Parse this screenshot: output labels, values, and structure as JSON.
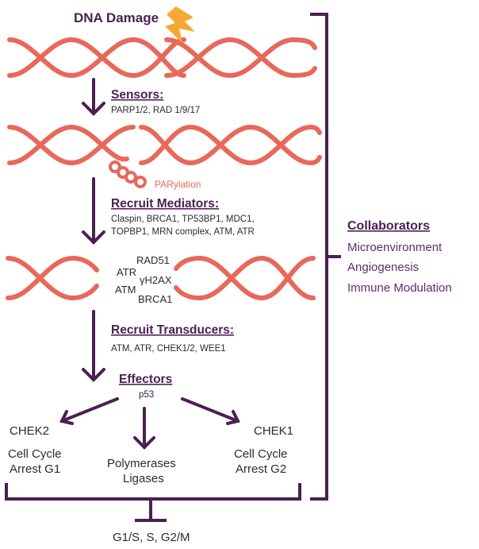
{
  "colors": {
    "dna": "#e8685a",
    "accent": "#4b1f52",
    "bolt": "#f7a833",
    "text": "#2b2b2b"
  },
  "title": "DNA Damage",
  "sensors": {
    "heading": "Sensors:",
    "items": "PARP1/2, RAD 1/9/17"
  },
  "parylation": "PARylation",
  "mediators": {
    "heading": "Recruit Mediators:",
    "line1": "Claspin, BRCA1, TP53BP1, MDC1,",
    "line2": "TOPBP1, MRN complex, ATM, ATR"
  },
  "repair_complex": {
    "atr": "ATR",
    "atm": "ATM",
    "rad51": "RAD51",
    "h2ax": "γH2AX",
    "brca1": "BRCA1"
  },
  "transducers": {
    "heading": "Recruit Transducers:",
    "items": "ATM, ATR, CHEK1/2, WEE1"
  },
  "effectors": {
    "heading": "Effectors",
    "items": "p53"
  },
  "left_outcome": {
    "gene": "CHEK2",
    "line1": "Cell Cycle",
    "line2": "Arrest G1"
  },
  "center_outcome": {
    "line1": "Polymerases",
    "line2": "Ligases"
  },
  "right_outcome": {
    "gene": "CHEK1",
    "line1": "Cell Cycle",
    "line2": "Arrest G2"
  },
  "bottom_label": "G1/S, S, G2/M",
  "collaborators": {
    "heading": "Collaborators",
    "items": [
      "Microenvironment",
      "Angiogenesis",
      "Immune Modulation"
    ]
  }
}
